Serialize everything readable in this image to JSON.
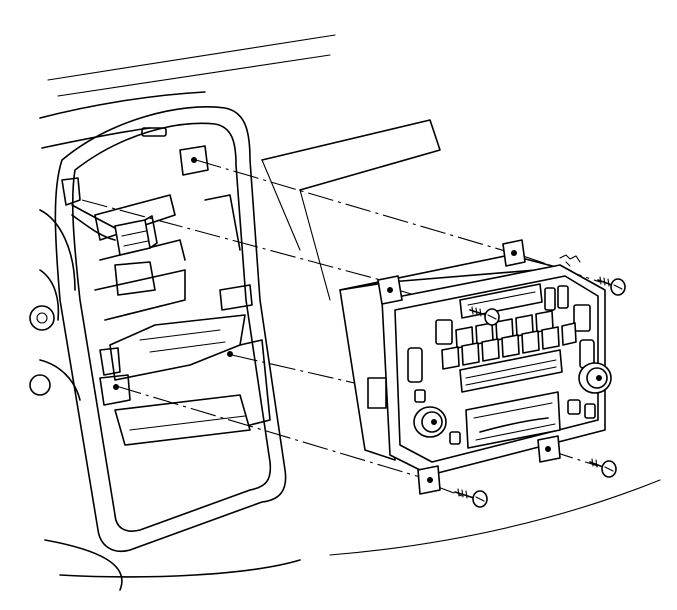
{
  "diagram": {
    "description_visible_text": [],
    "colors": {
      "line": "#000000",
      "background": "#ffffff"
    },
    "parts": [
      {
        "name": "instrument-panel",
        "icon": "dashboard-outline"
      },
      {
        "name": "radio-bezel-opening",
        "icon": "bezel-frame"
      },
      {
        "name": "radio-receiver",
        "icon": "radio-unit"
      },
      {
        "name": "mounting-screws",
        "count": 4,
        "icon": "screw-icon"
      },
      {
        "name": "wiring-harness-connector",
        "icon": "connector-icon"
      }
    ]
  }
}
